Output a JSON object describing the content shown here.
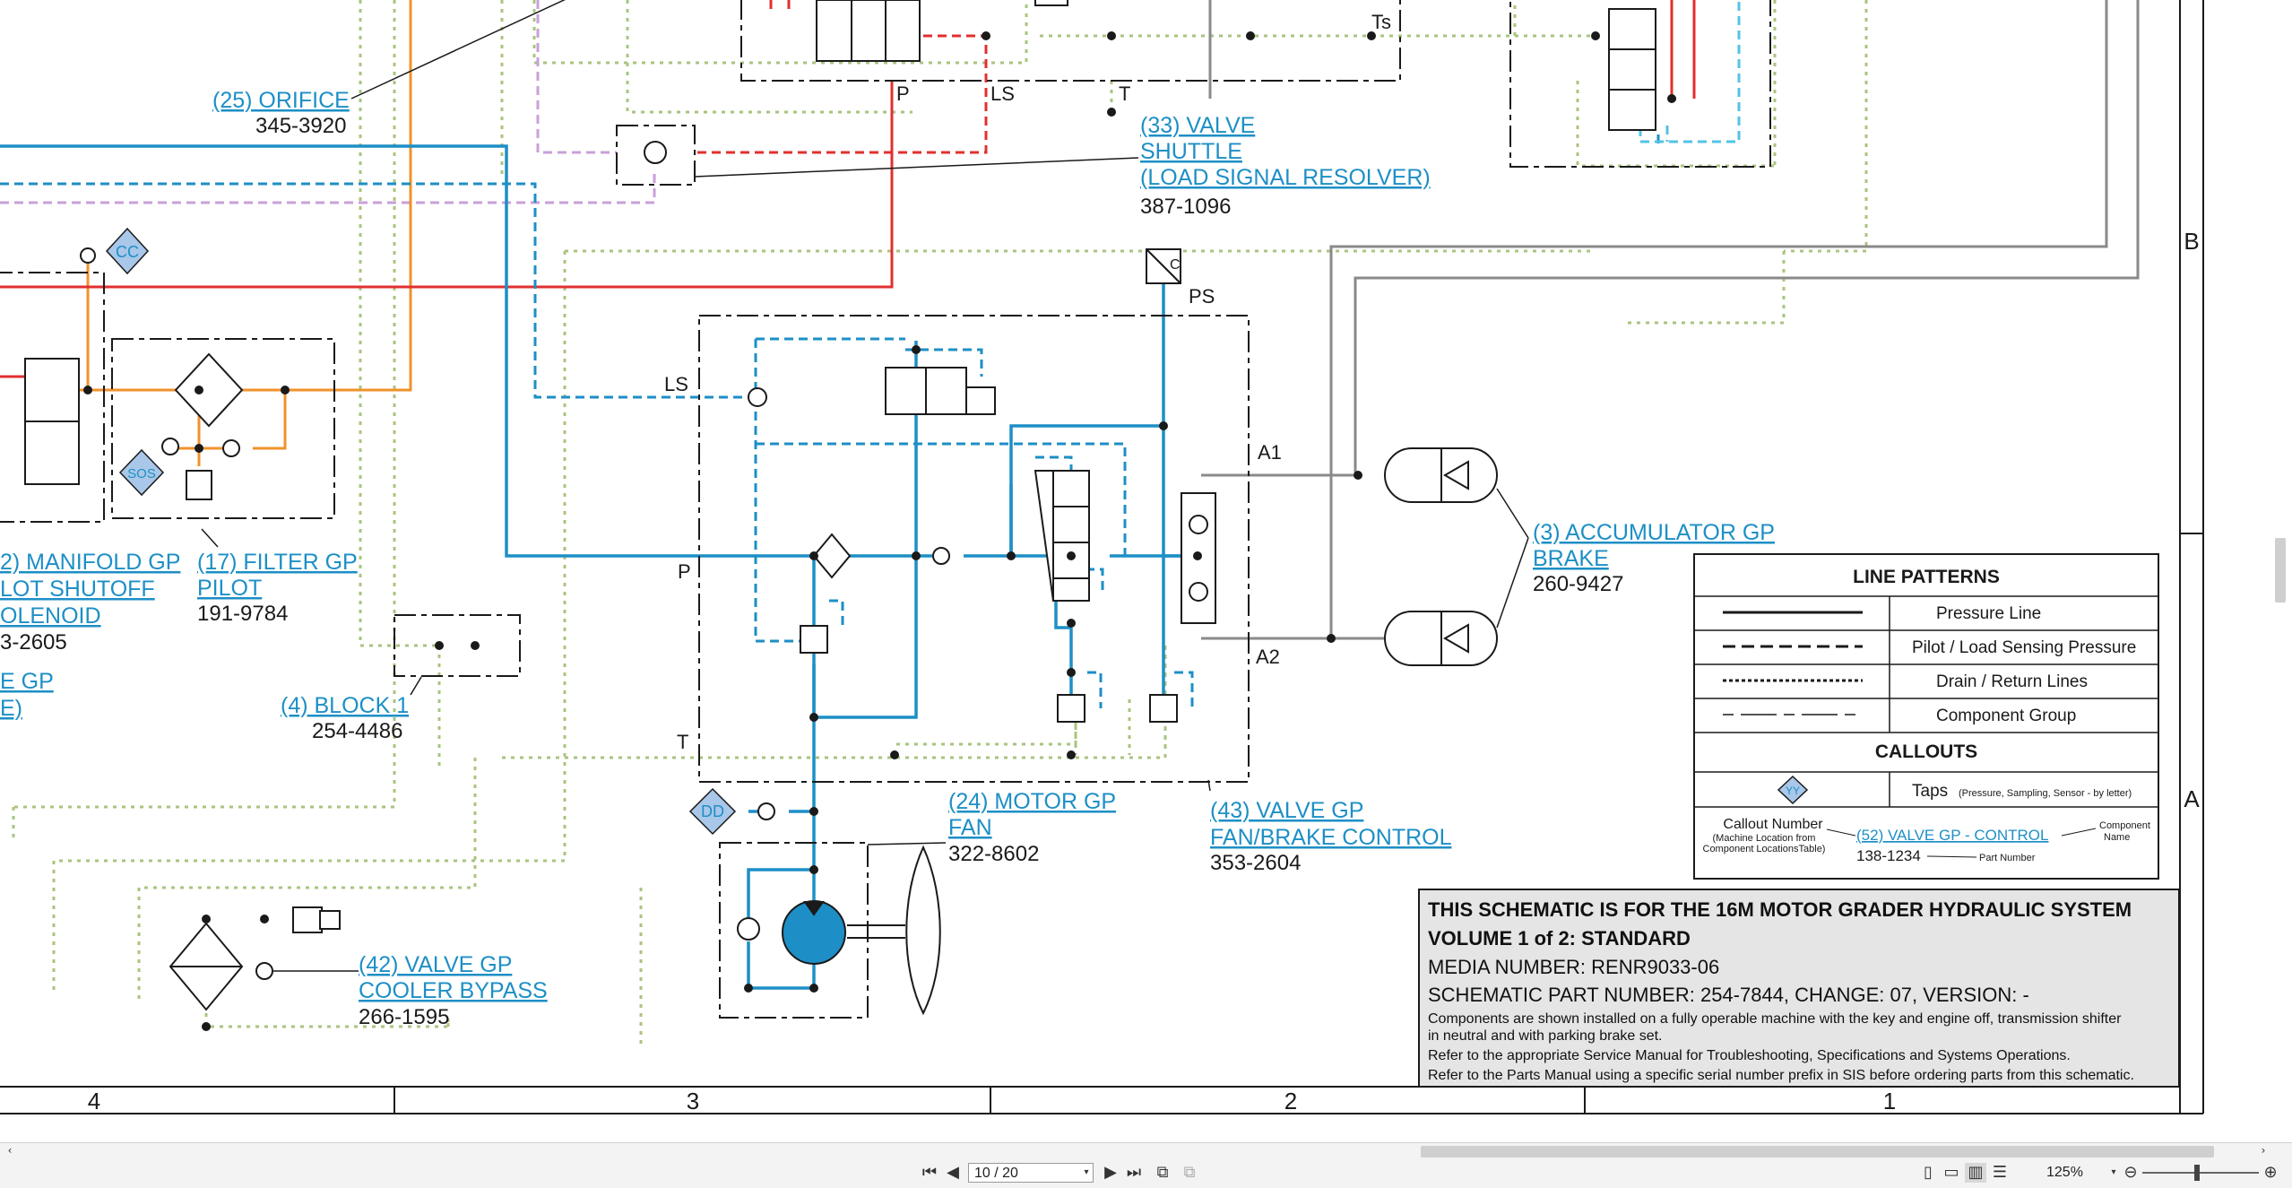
{
  "callouts": {
    "orifice": {
      "name": "(25) ORIFICE",
      "part": "345-3920"
    },
    "shuttle": {
      "line1": "(33) VALVE",
      "line2": "SHUTTLE",
      "line3": "(LOAD SIGNAL RESOLVER)",
      "part": "387-1096"
    },
    "manifold": {
      "line1": "2) MANIFOLD GP",
      "line2": "LOT SHUTOFF",
      "line3": "OLENOID",
      "part": "3-2605"
    },
    "valve_left": {
      "line1": "E GP",
      "line2": "E)"
    },
    "filter": {
      "line1": "(17) FILTER GP",
      "line2": "PILOT",
      "part": "191-9784"
    },
    "block": {
      "name": "(4) BLOCK 1",
      "part": "254-4486"
    },
    "accumulator": {
      "line1": "(3) ACCUMULATOR GP",
      "line2": "BRAKE",
      "part": "260-9427"
    },
    "motor": {
      "line1": "(24) MOTOR GP",
      "line2": "FAN",
      "part": "322-8602"
    },
    "fan_brake": {
      "line1": "(43) VALVE GP",
      "line2": "FAN/BRAKE CONTROL",
      "part": "353-2604"
    },
    "cooler": {
      "line1": "(42) VALVE GP",
      "line2": "COOLER BYPASS",
      "part": "266-1595"
    }
  },
  "ports": {
    "p_top": "P",
    "ls_top": "LS",
    "t_top": "T",
    "ts": "Ts",
    "ls": "LS",
    "p": "P",
    "t": "T",
    "ps": "PS",
    "a1": "A1",
    "a2": "A2",
    "c": "C"
  },
  "taps": {
    "cc": "CC",
    "sos": "SOS",
    "dd": "DD",
    "yy": "YY"
  },
  "zones": {
    "b": "B",
    "a": "A",
    "col4": "4",
    "col3": "3",
    "col2": "2",
    "col1": "1"
  },
  "legend": {
    "title": "LINE PATTERNS",
    "rows": [
      "Pressure Line",
      "Pilot / Load Sensing Pressure",
      "Drain / Return Lines",
      "Component Group"
    ],
    "callouts_title": "CALLOUTS",
    "taps_label": "Taps",
    "taps_sub": "(Pressure, Sampling, Sensor - by letter)",
    "callout_number": "Callout Number",
    "callout_number_sub1": "(Machine Location from",
    "callout_number_sub2": "Component LocationsTable)",
    "example_name": "(52) VALVE GP - CONTROL",
    "example_part": "138-1234",
    "component_name_1": "Component",
    "component_name_2": "Name",
    "part_number": "Part Number"
  },
  "notes": {
    "line1": "THIS SCHEMATIC IS FOR THE 16M MOTOR GRADER HYDRAULIC SYSTEM",
    "line2": "VOLUME 1 of 2: STANDARD",
    "line3": "MEDIA NUMBER: RENR9033-06",
    "line4": "SCHEMATIC PART NUMBER: 254-7844, CHANGE: 07, VERSION: -",
    "line5": "Components are shown installed on a fully operable machine with the key and engine off, transmission shifter",
    "line6": "in neutral and with parking brake set.",
    "line7": "Refer to the appropriate Service Manual for Troubleshooting, Specifications and Systems Operations.",
    "line8": "Refer to the Parts Manual using a specific serial number prefix in SIS before ordering parts from this schematic."
  },
  "viewer": {
    "page": "10 / 20",
    "zoom": "125%"
  },
  "colors": {
    "pressure_blue": "#1d8fc6",
    "light_blue": "#52c3e6",
    "orange": "#f0922b",
    "red": "#e0302f",
    "purple": "#c9a0d9",
    "drain_green": "#a9c47f",
    "gray": "#8a8a8a",
    "tap_fill": "#a9c7e8"
  }
}
